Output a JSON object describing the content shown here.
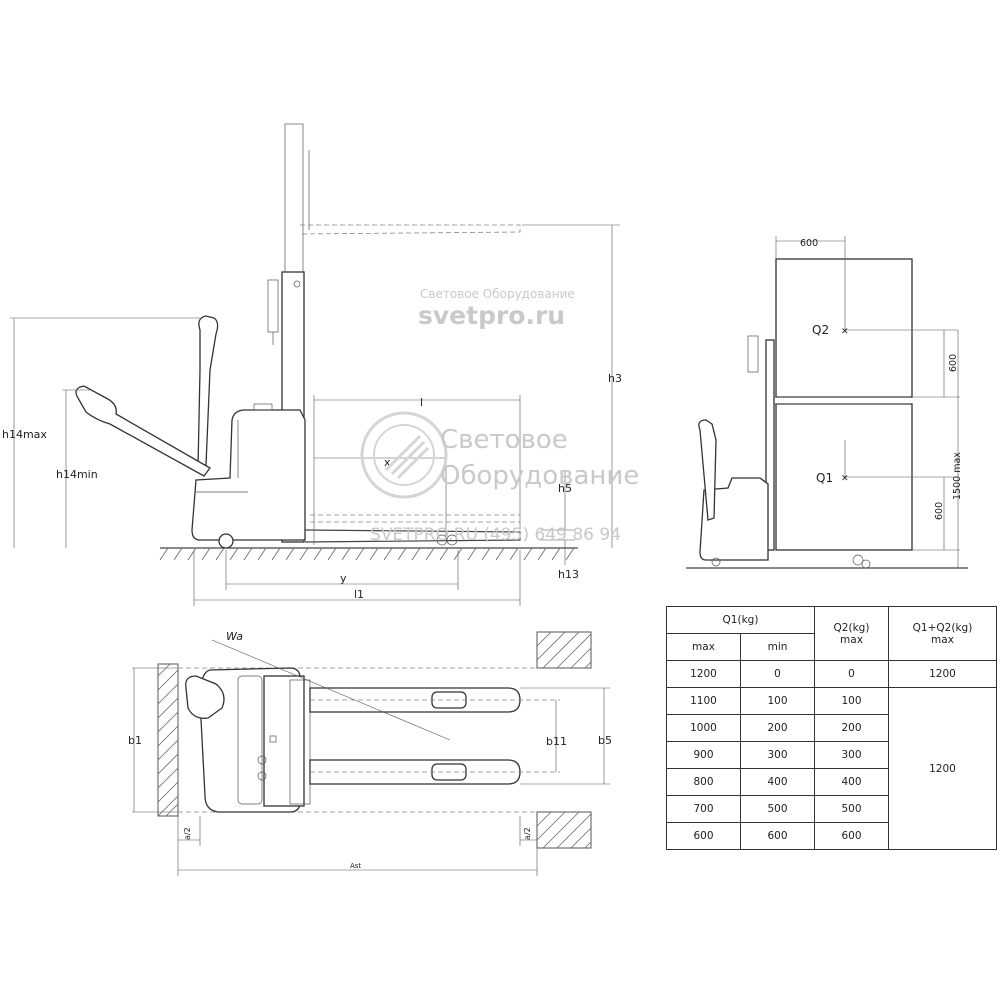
{
  "watermark": {
    "small_line": "Световое Оборудование",
    "domain": "svetpro.ru",
    "big_line1": "Световое",
    "big_line2": "Оборудование",
    "contact": "SVETPRO.RU (495) 649 86 94"
  },
  "side_view": {
    "labels": {
      "h3": "h3",
      "h14max": "h14max",
      "h14min": "h14min",
      "l": "l",
      "x": "x",
      "y": "y",
      "l1": "l1",
      "h5": "h5",
      "h13": "h13"
    }
  },
  "load_view": {
    "labels": {
      "w600_top": "600",
      "q2": "Q2",
      "q1": "Q1",
      "v600_upper": "600",
      "v600_lower": "600",
      "v1500": "1500 max"
    }
  },
  "top_view": {
    "labels": {
      "wa": "Wa",
      "b1": "b1",
      "b11": "b11",
      "b5": "b5",
      "a2_left": "a/2",
      "a2_right": "a/2",
      "ast": "Ast"
    }
  },
  "table": {
    "q1_header": "Q1(kg)",
    "q2_header": "Q2(kg)",
    "q2_sub": "max",
    "sum_header": "Q1+Q2(kg)",
    "sum_sub": "max",
    "q1_max": "max",
    "q1_min": "min",
    "first_row": {
      "q1max": "1200",
      "q1min": "0",
      "q2max": "0",
      "sum": "1200"
    },
    "rows": [
      {
        "q1max": "1100",
        "q1min": "100",
        "q2max": "100"
      },
      {
        "q1max": "1000",
        "q1min": "200",
        "q2max": "200"
      },
      {
        "q1max": "900",
        "q1min": "300",
        "q2max": "300"
      },
      {
        "q1max": "800",
        "q1min": "400",
        "q2max": "400"
      },
      {
        "q1max": "700",
        "q1min": "500",
        "q2max": "500"
      },
      {
        "q1max": "600",
        "q1min": "600",
        "q2max": "600"
      }
    ],
    "merged_sum": "1200"
  }
}
